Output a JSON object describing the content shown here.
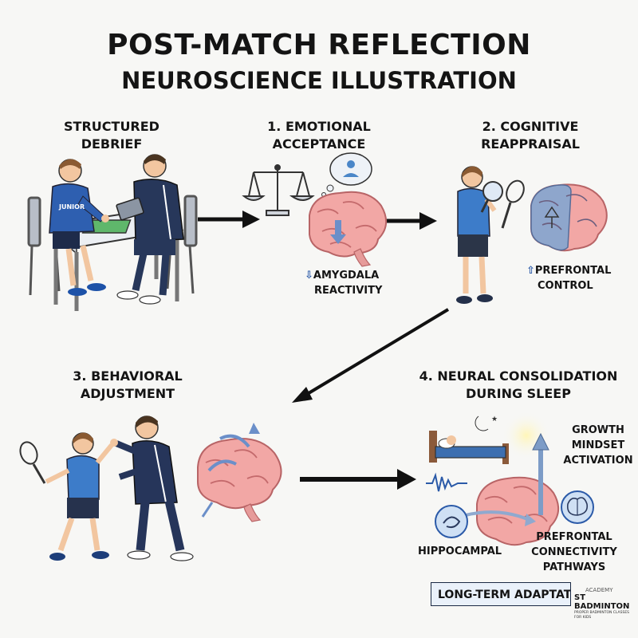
{
  "title": {
    "line1": "POST-MATCH REFLECTION",
    "line2": "NEUROSCIENCE ILLUSTRATION"
  },
  "steps": {
    "debrief": {
      "line1": "STRUCTURED",
      "line2": "DEBRIEF",
      "jersey": "JUNIOR"
    },
    "emotional": {
      "line1": "1. EMOTIONAL",
      "line2": "ACCEPTANCE",
      "label_arrow": "⇩",
      "label_line1": "AMYGDALA",
      "label_line2": "REACTIVITY"
    },
    "cognitive": {
      "line1": "2. COGNITIVE",
      "line2": "REAPPRAISAL",
      "label_arrow": "⇧",
      "label_line1": "PREFRONTAL",
      "label_line2": "CONTROL"
    },
    "behavioral": {
      "line1": "3. BEHAVIORAL",
      "line2": "ADJUSTMENT"
    },
    "consolidation": {
      "line1": "4. NEURAL CONSOLIDATION",
      "line2": "DURING SLEEP",
      "growth_line1": "GROWTH",
      "growth_line2": "MINDSET",
      "growth_line3": "ACTIVATION",
      "hippocampal": "HIPPOCAMPAL",
      "pfc_line1": "PREFRONTAL",
      "pfc_line2": "CONNECTIVITY",
      "pfc_line3": "PATHWAYS",
      "banner": "LONG-TERM ADAPTAT"
    }
  },
  "logo": {
    "small": "ACADEMY",
    "main": "ST BADMINTON",
    "sub": "PROPER BADMINTON CLASSES FOR KIDS"
  },
  "colors": {
    "brain": "#f2a7a5",
    "brain_dark": "#c46a6c",
    "blue_shirt": "#3d7cc9",
    "navy": "#2b3a5e",
    "arrow": "#111111",
    "glow": "#fff2a8"
  }
}
